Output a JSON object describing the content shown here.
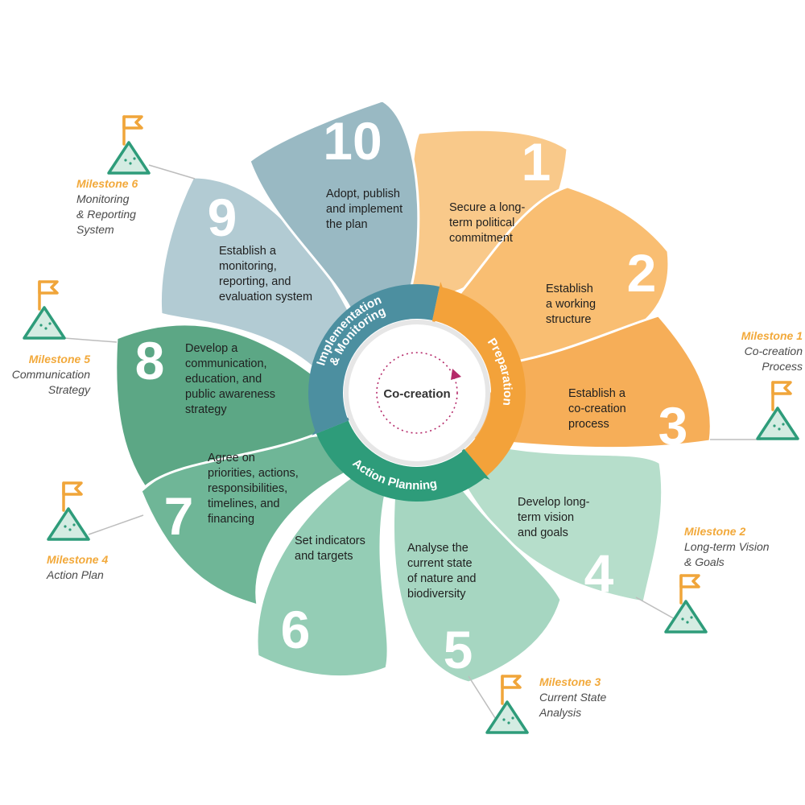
{
  "center": {
    "label": "Co-creation"
  },
  "phases": [
    {
      "label": "Preparation",
      "color": "#f3a23a"
    },
    {
      "label": "Action Planning",
      "color": "#2e9c7a"
    },
    {
      "label": "Implementation & Monitoring",
      "color": "#4c8fa0"
    }
  ],
  "steps": [
    {
      "number": "1",
      "lines": [
        "Secure a long-",
        "term political",
        "commitment"
      ],
      "color": "#f9c98a"
    },
    {
      "number": "2",
      "lines": [
        "Establish",
        "a working",
        "structure"
      ],
      "color": "#f9be72"
    },
    {
      "number": "3",
      "lines": [
        "Establish a",
        "co-creation",
        "process"
      ],
      "color": "#f6ae58"
    },
    {
      "number": "4",
      "lines": [
        "Develop long-",
        "term vision",
        "and goals"
      ],
      "color": "#b6decb"
    },
    {
      "number": "5",
      "lines": [
        "Analyse the",
        "current state",
        "of nature and",
        "biodiversity"
      ],
      "color": "#a6d6c1"
    },
    {
      "number": "6",
      "lines": [
        "Set indicators",
        "and targets"
      ],
      "color": "#94cdb5"
    },
    {
      "number": "7",
      "lines": [
        "Agree on",
        "priorities, actions,",
        "responsibilities,",
        "timelines, and",
        "financing"
      ],
      "color": "#6fb697"
    },
    {
      "number": "8",
      "lines": [
        "Develop a",
        "communication,",
        "education, and",
        "public awareness",
        "strategy"
      ],
      "color": "#5ca785"
    },
    {
      "number": "9",
      "lines": [
        "Establish a",
        "monitoring,",
        "reporting, and",
        "evaluation system"
      ],
      "color": "#b2cbd3"
    },
    {
      "number": "10",
      "lines": [
        "Adopt, publish",
        "and implement",
        "the plan"
      ],
      "color": "#99b9c3"
    }
  ],
  "milestones": [
    {
      "title": "Milestone 1",
      "lines": [
        "Co-creation",
        "Process"
      ]
    },
    {
      "title": "Milestone 2",
      "lines": [
        "Long-term Vision",
        "& Goals"
      ]
    },
    {
      "title": "Milestone 3",
      "lines": [
        "Current State",
        "Analysis"
      ]
    },
    {
      "title": "Milestone 4",
      "lines": [
        "Action Plan"
      ]
    },
    {
      "title": "Milestone 5",
      "lines": [
        "Communication",
        "Strategy"
      ]
    },
    {
      "title": "Milestone 6",
      "lines": [
        "Monitoring",
        "& Reporting",
        "System"
      ]
    }
  ],
  "colors": {
    "milestone_title": "#f2a93b",
    "flag": "#f0a53a",
    "mountain": "#2e9c7a",
    "mountain_fill": "#d4ece2",
    "connector": "#bdbdbd"
  },
  "icons": {
    "milestone": "flag-on-mountain-icon",
    "cycle": "circular-arrow-icon"
  }
}
